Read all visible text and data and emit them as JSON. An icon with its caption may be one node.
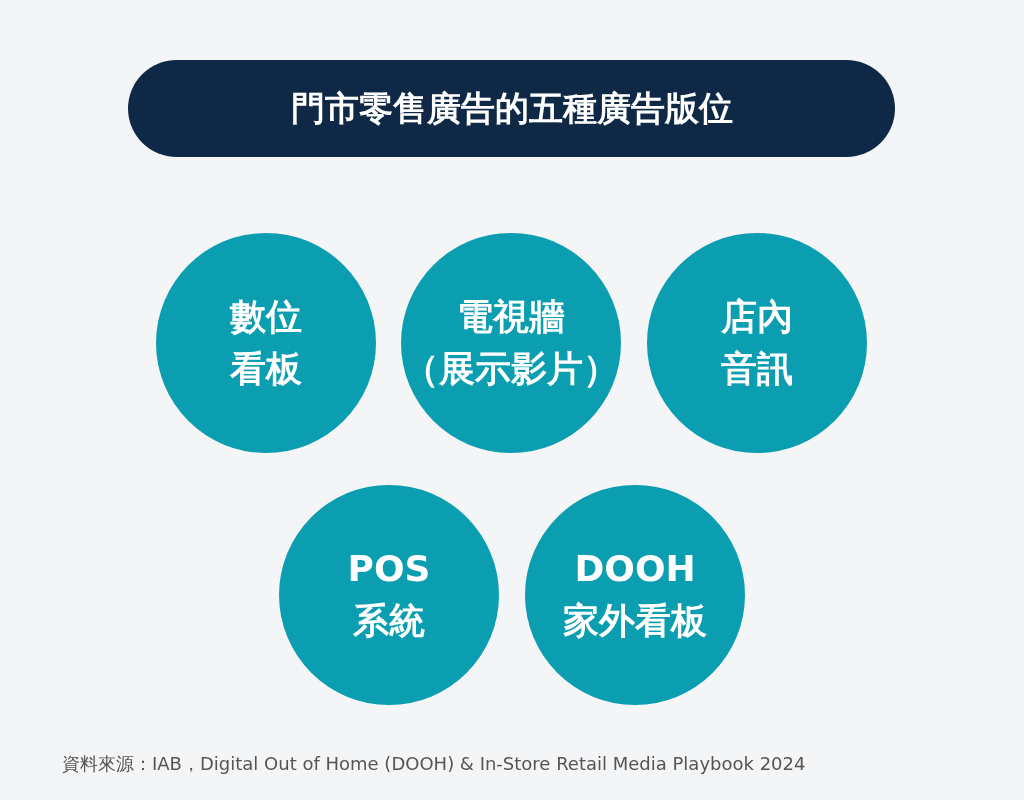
{
  "diagram": {
    "title": "門市零售廣告的五種廣告版位",
    "caption": "資料來源：IAB，Digital Out of Home (DOOH) & In-Store Retail Media Playbook 2024",
    "nodes": [
      {
        "text": [
          "數位看板"
        ]
      },
      {
        "text": [
          "電視牆（展示影片）"
        ]
      },
      {
        "text": [
          "店內音訊"
        ]
      },
      {
        "text": [
          "POS",
          "系統"
        ]
      },
      {
        "text": [
          "DOOH",
          "家外看板"
        ]
      }
    ]
  }
}
